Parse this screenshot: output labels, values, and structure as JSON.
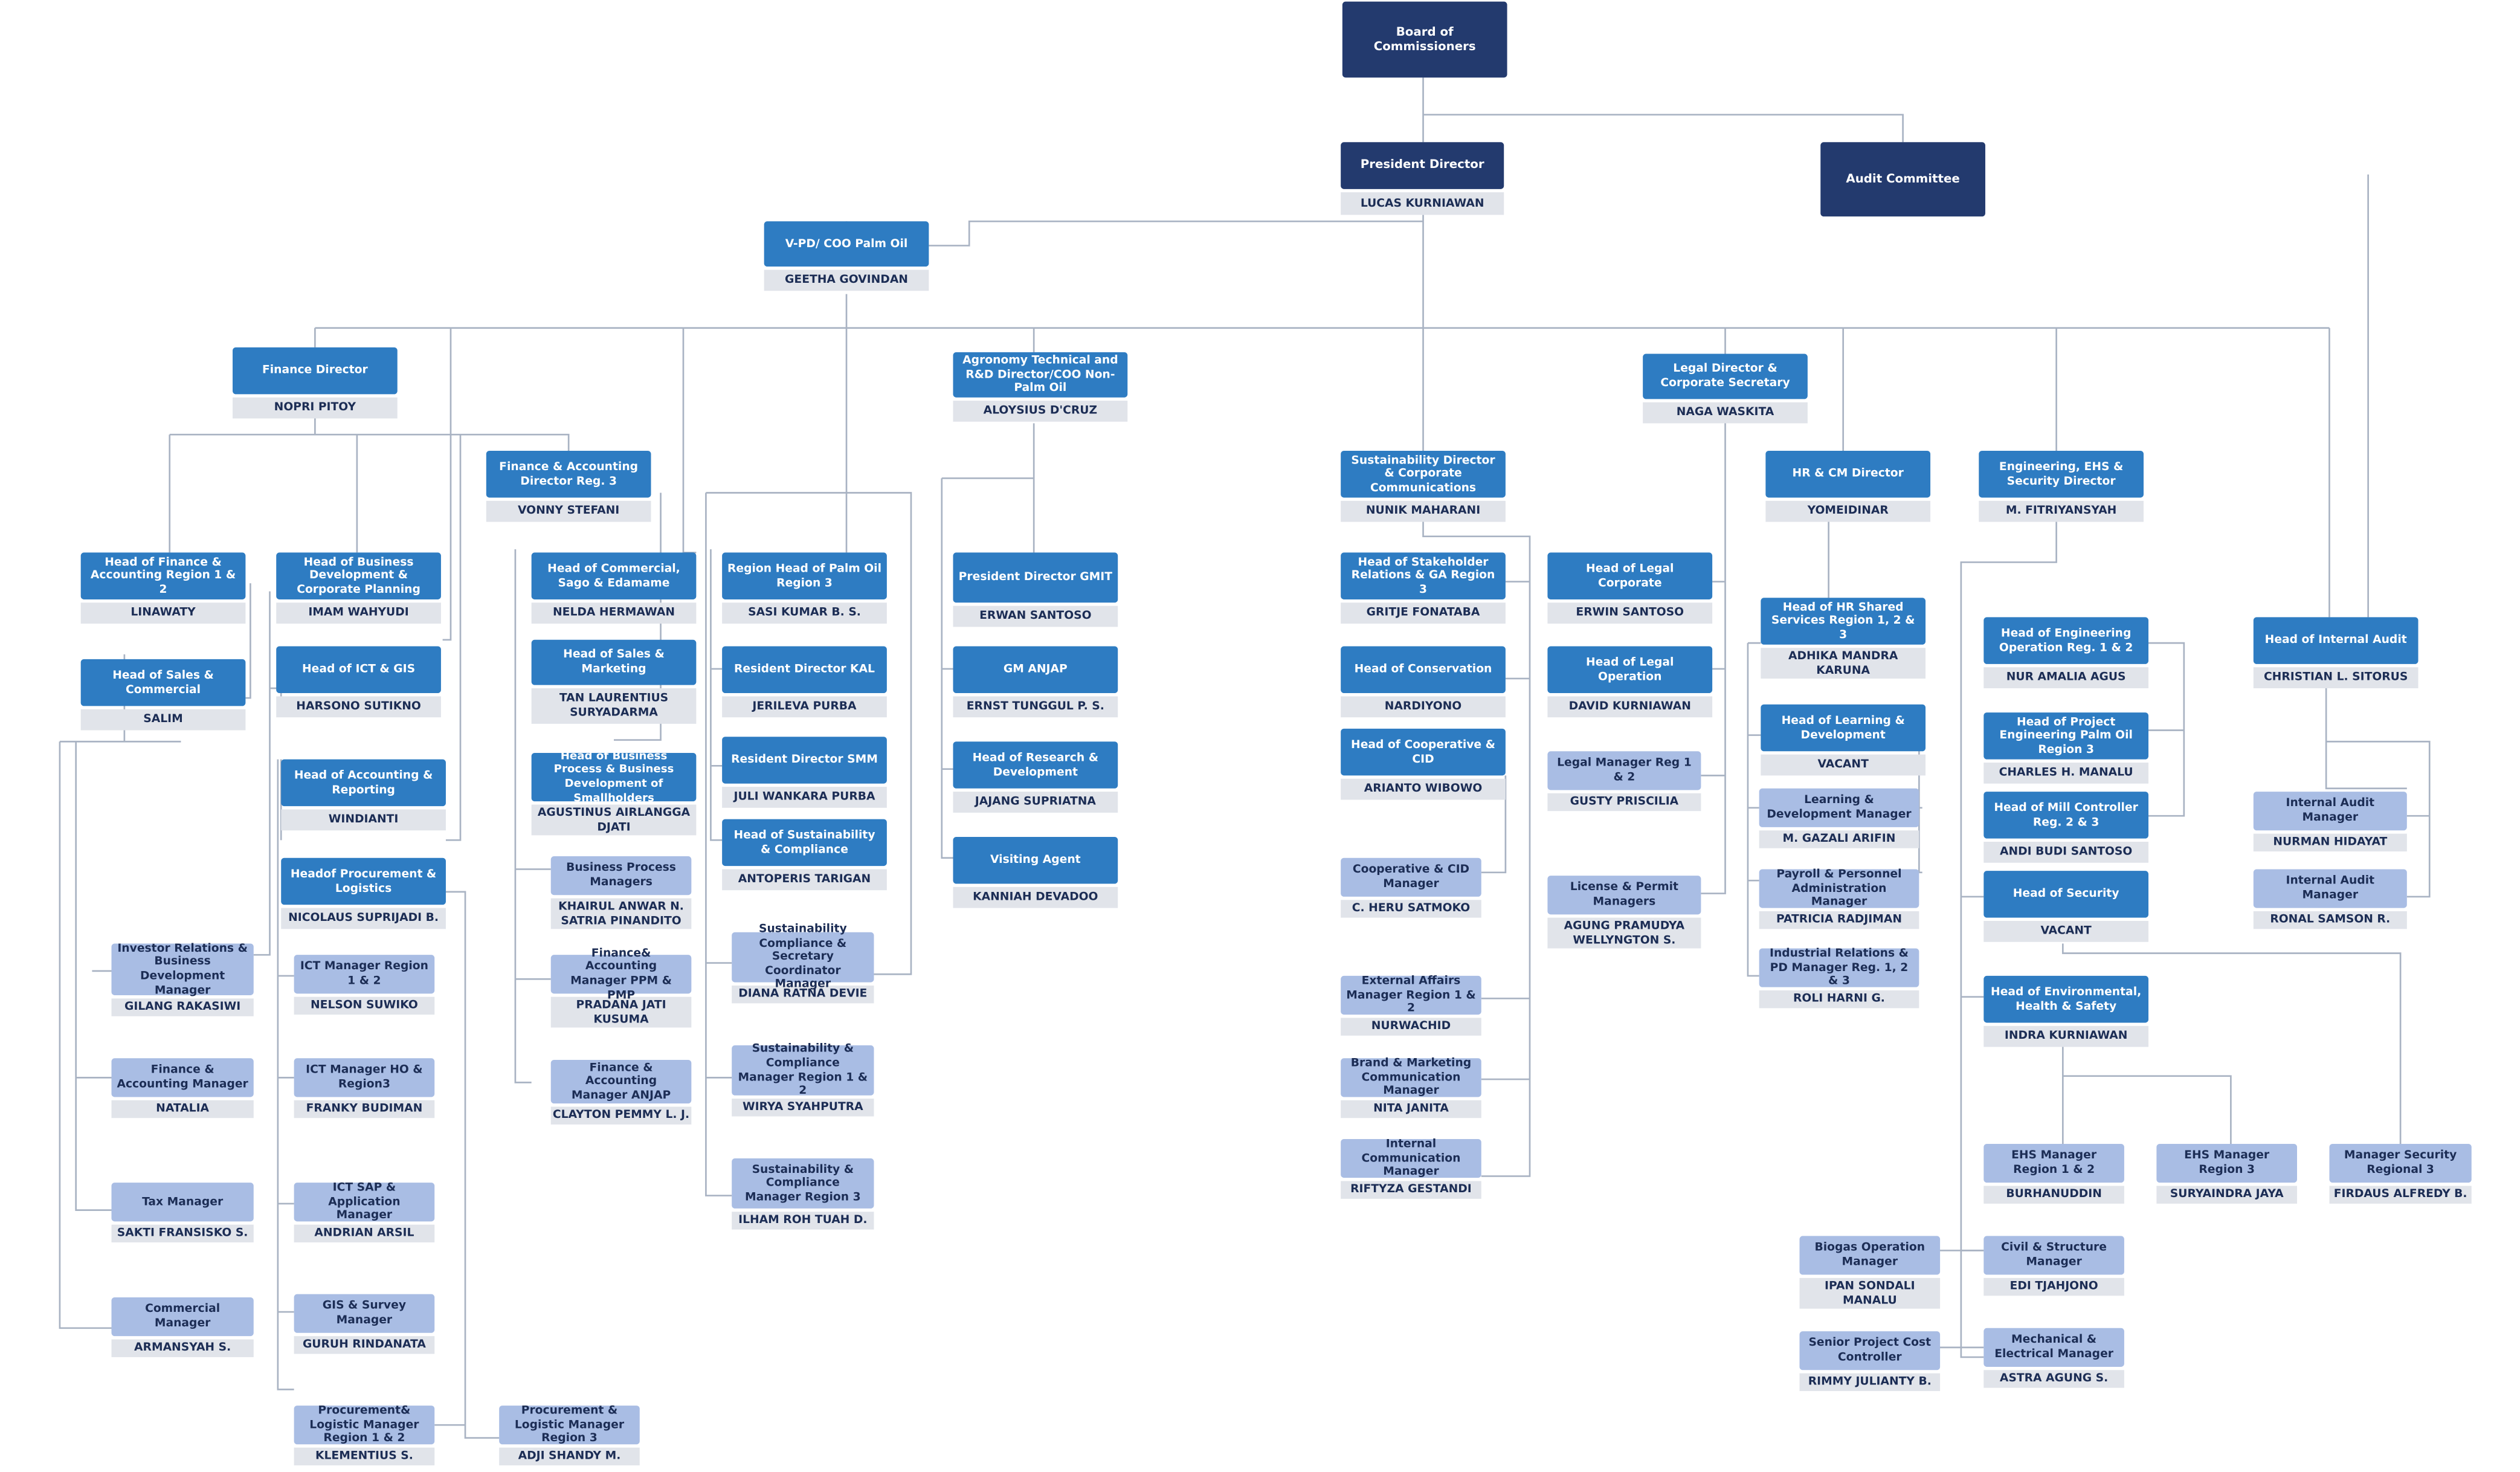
{
  "colors": {
    "navy": "#233a6e",
    "blue": "#2e7cc2",
    "light": "#a9bde4",
    "name_bg": "#e1e4ea",
    "line": "#a9b3c3"
  },
  "nodes": {
    "boc": {
      "title": "Board of Commissioners"
    },
    "pd": {
      "title": "President Director",
      "name": "LUCAS KURNIAWAN"
    },
    "ac": {
      "title": "Audit Committee"
    },
    "vpd": {
      "title": "V-PD/ COO Palm Oil",
      "name": "GEETHA GOVINDAN"
    },
    "fin": {
      "title": "Finance Director",
      "name": "NOPRI PITOY"
    },
    "agro": {
      "title": "Agronomy Technical and R&D Director/COO Non-Palm Oil",
      "name": "ALOYSIUS D'CRUZ"
    },
    "legal": {
      "title": "Legal Director & Corporate Secretary",
      "name": "NAGA WASKITA"
    },
    "fad3": {
      "title": "Finance & Accounting Director Reg. 3",
      "name": "VONNY STEFANI"
    },
    "sust": {
      "title": "Sustainability Director & Corporate Communications",
      "name": "NUNIK MAHARANI"
    },
    "hr": {
      "title": "HR & CM Director",
      "name": "YOMEIDINAR"
    },
    "eng": {
      "title": "Engineering, EHS & Security Director",
      "name": "M. FITRIYANSYAH"
    },
    "hfa": {
      "title": "Head of Finance & Accounting Region 1 & 2",
      "name": "LINAWATY"
    },
    "hbd": {
      "title": "Head of Business Development & Corporate Planning",
      "name": "IMAM WAHYUDI"
    },
    "hsc": {
      "title": "Head of Sales & Commercial",
      "name": "SALIM"
    },
    "hict": {
      "title": "Head of ICT & GIS",
      "name": "HARSONO SUTIKNO"
    },
    "hacc": {
      "title": "Head of Accounting & Reporting",
      "name": "WINDIANTI"
    },
    "hproc": {
      "title": "Headof Procurement & Logistics",
      "name": "NICOLAUS SUPRIJADI B."
    },
    "irm": {
      "title": "Investor Relations & Business Development Manager",
      "name": "GILANG RAKASIWI"
    },
    "fam": {
      "title": "Finance & Accounting Manager",
      "name": "NATALIA"
    },
    "tax": {
      "title": "Tax Manager",
      "name": "SAKTI FRANSISKO S."
    },
    "com": {
      "title": "Commercial Manager",
      "name": "ARMANSYAH S."
    },
    "ictm12": {
      "title": "ICT Manager Region 1 & 2",
      "name": "NELSON SUWIKO"
    },
    "ictho": {
      "title": "ICT Manager HO & Region3",
      "name": "FRANKY BUDIMAN"
    },
    "ictsap": {
      "title": "ICT SAP & Application Manager",
      "name": "ANDRIAN ARSIL"
    },
    "gis": {
      "title": "GIS & Survey Manager",
      "name": "GURUH RINDANATA"
    },
    "plm12": {
      "title": "Procurement& Logistic Manager Region 1 & 2",
      "name": "KLEMENTIUS S."
    },
    "plm3": {
      "title": "Procurement & Logistic Manager Region 3",
      "name": "ADJI SHANDY M."
    },
    "hcom": {
      "title": "Head of Commercial, Sago & Edamame",
      "name": "NELDA HERMAWAN"
    },
    "hsm": {
      "title": "Head of Sales & Marketing",
      "name": "TAN LAURENTIUS SURYADARMA"
    },
    "hbp": {
      "title": "Head of Business Process & Business Development of Smallholders",
      "name": "AGUSTINUS AIRLANGGA DJATI"
    },
    "bpm": {
      "title": "Business Process Managers",
      "name": "KHAIRUL ANWAR N. SATRIA PINANDITO"
    },
    "fappm": {
      "title": "Finance& Accounting Manager PPM & PMP",
      "name": "PRADANA JATI KUSUMA"
    },
    "faanjap": {
      "title": "Finance & Accounting Manager ANJAP",
      "name": "CLAYTON PEMMY L. J."
    },
    "rh3": {
      "title": "Region Head of Palm Oil Region 3",
      "name": "SASI KUMAR B. S."
    },
    "rdkal": {
      "title": "Resident Director KAL",
      "name": "JERILEVA PURBA"
    },
    "rdsmm": {
      "title": "Resident Director SMM",
      "name": "JULI WANKARA PURBA"
    },
    "hsusc": {
      "title": "Head of Sustainability & Compliance",
      "name": "ANTOPERIS TARIGAN"
    },
    "sccs": {
      "title": "Sustainability Compliance & Secretary Coordinator Manager",
      "name": "DIANA RATNA DEVIE"
    },
    "scm12": {
      "title": "Sustainability & Compliance Manager Region 1 & 2",
      "name": "WIRYA SYAHPUTRA"
    },
    "scm3": {
      "title": "Sustainability & Compliance Manager Region 3",
      "name": "ILHAM ROH TUAH D."
    },
    "pgmit": {
      "title": "President Director GMIT",
      "name": "ERWAN SANTOSO"
    },
    "gm": {
      "title": "GM ANJAP",
      "name": "ERNST TUNGGUL P. S."
    },
    "hrd": {
      "title": "Head of Research & Development",
      "name": "JAJANG SUPRIATNA"
    },
    "va": {
      "title": "Visiting Agent",
      "name": "KANNIAH DEVADOO"
    },
    "hsr": {
      "title": "Head of Stakeholder Relations & GA Region 3",
      "name": "GRITJE FONATABA"
    },
    "hcons": {
      "title": "Head of Conservation",
      "name": "NARDIYONO"
    },
    "hcoop": {
      "title": "Head of Cooperative & CID",
      "name": "ARIANTO WIBOWO"
    },
    "ccid": {
      "title": "Cooperative & CID Manager",
      "name": "C. HERU SATMOKO"
    },
    "ext": {
      "title": "External Affairs Manager Region 1 & 2",
      "name": "NURWACHID"
    },
    "brand": {
      "title": "Brand & Marketing Communication Manager",
      "name": "NITA JANITA"
    },
    "icm": {
      "title": "Internal Communication Manager",
      "name": "RIFTYZA GESTANDI"
    },
    "hlc": {
      "title": "Head of Legal Corporate",
      "name": "ERWIN SANTOSO"
    },
    "hlo": {
      "title": "Head of Legal Operation",
      "name": "DAVID KURNIAWAN"
    },
    "lm": {
      "title": "Legal Manager Reg 1 & 2",
      "name": "GUSTY PRISCILIA"
    },
    "lp": {
      "title": "License & Permit Managers",
      "name": "AGUNG PRAMUDYA WELLYNGTON S."
    },
    "hhr": {
      "title": "Head of HR Shared Services Region 1, 2 & 3",
      "name": "ADHIKA MANDRA KARUNA"
    },
    "hld": {
      "title": "Head of Learning & Development",
      "name": "VACANT"
    },
    "ldm": {
      "title": "Learning & Development Manager",
      "name": "M. GAZALI ARIFIN"
    },
    "pam": {
      "title": "Payroll & Personnel Administration Manager",
      "name": "PATRICIA RADJIMAN"
    },
    "ir": {
      "title": "Industrial Relations & PD Manager Reg. 1, 2 & 3",
      "name": "ROLI HARNI G."
    },
    "heng": {
      "title": "Head of Engineering Operation Reg. 1 & 2",
      "name": "NUR AMALIA AGUS"
    },
    "hpe": {
      "title": "Head of Project Engineering Palm Oil Region 3",
      "name": "CHARLES H. MANALU"
    },
    "hmc": {
      "title": "Head of Mill Controller Reg. 2 & 3",
      "name": "ANDI BUDI SANTOSO"
    },
    "hsec": {
      "title": "Head of Security",
      "name": "VACANT"
    },
    "hehs": {
      "title": "Head of Environmental, Health & Safety",
      "name": "INDRA KURNIAWAN"
    },
    "ehs12": {
      "title": "EHS Manager Region 1 & 2",
      "name": "BURHANUDDIN"
    },
    "ehs3": {
      "title": "EHS Manager Region 3",
      "name": "SURYAINDRA JAYA"
    },
    "msr": {
      "title": "Manager Security Regional 3",
      "name": "FIRDAUS ALFREDY B."
    },
    "civil": {
      "title": "Civil & Structure Manager",
      "name": "EDI TJAHJONO"
    },
    "mech": {
      "title": "Mechanical & Electrical Manager",
      "name": "ASTRA AGUNG S."
    },
    "bio": {
      "title": "Biogas Operation Manager",
      "name": "IPAN SONDALI MANALU"
    },
    "spc": {
      "title": "Senior Project Cost Controller",
      "name": "RIMMY JULIANTY B."
    },
    "hia": {
      "title": "Head of Internal Audit",
      "name": "CHRISTIAN L. SITORUS"
    },
    "iam1": {
      "title": "Internal Audit Manager",
      "name": "NURMAN HIDAYAT"
    },
    "iam2": {
      "title": "Internal Audit Manager",
      "name": "RONAL SAMSON R."
    }
  }
}
